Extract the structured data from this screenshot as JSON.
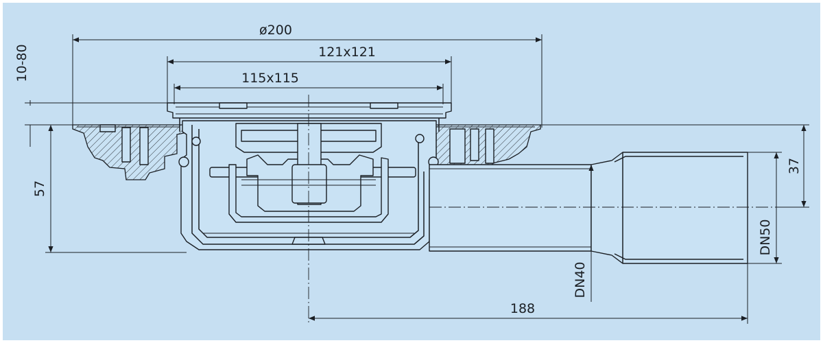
{
  "colors": {
    "background": "#c6dff2",
    "line": "#1b1f24",
    "frame": "#ffffff"
  },
  "dimensions": {
    "outer_diameter": "ø200",
    "grate_outer": "121x121",
    "grate_inner": "115x115",
    "height_adjust": "10-80",
    "body_depth": "57",
    "outlet_offset": "37",
    "outlet_length": "188",
    "pipe_small": "DN40",
    "pipe_large": "DN50"
  }
}
